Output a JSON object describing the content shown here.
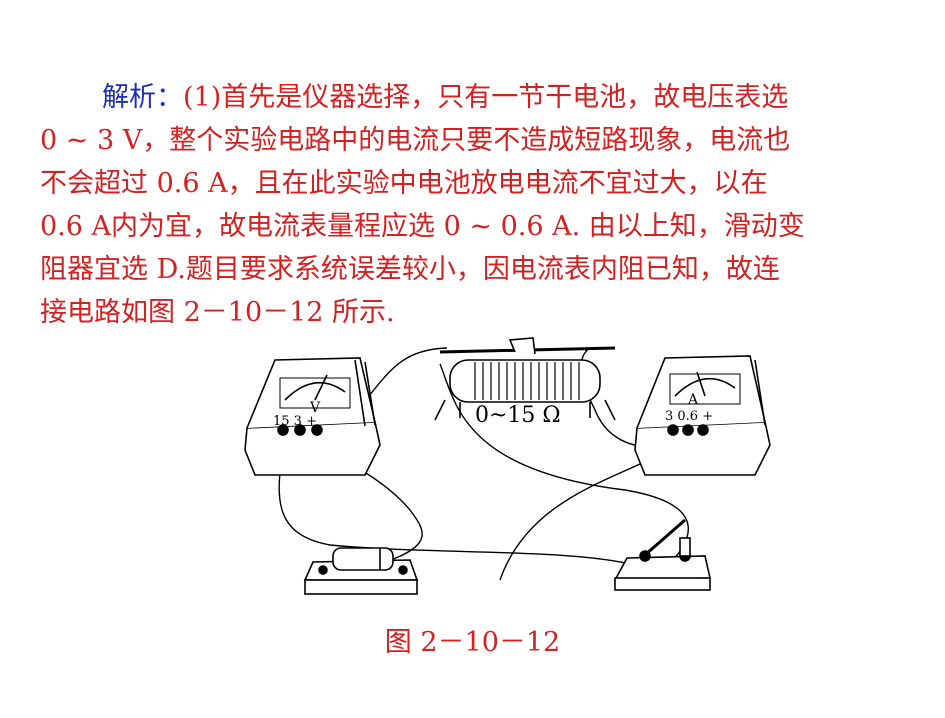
{
  "analysis": {
    "label": "解析：",
    "lines": [
      "(1)首先是仪器选择，只有一节干电池，故电压表选",
      "0 ~ 3 V，整个实验电路中的电流只要不造成短路现象，电流也",
      "不会超过  0.6 A，且在此实验中电池放电电流不宜过大，以在",
      "0.6 A内为宜，故电流表量程应选  0 ~ 0.6 A.  由以上知，滑动变",
      "阻器宜选  D.题目要求系统误差较小，因电流表内阻已知，故连",
      "接电路如图  2－10－12 所示."
    ]
  },
  "figure": {
    "voltmeter": {
      "symbol": "V",
      "terminals": "15  3  +"
    },
    "ammeter": {
      "symbol": "A",
      "terminals": "3 0.6 +"
    },
    "rheostat": {
      "range": "0~15 Ω"
    },
    "caption": "图  2－10－12"
  },
  "colors": {
    "text": "#d42020",
    "label": "#1a2fb8",
    "line": "#000000"
  }
}
